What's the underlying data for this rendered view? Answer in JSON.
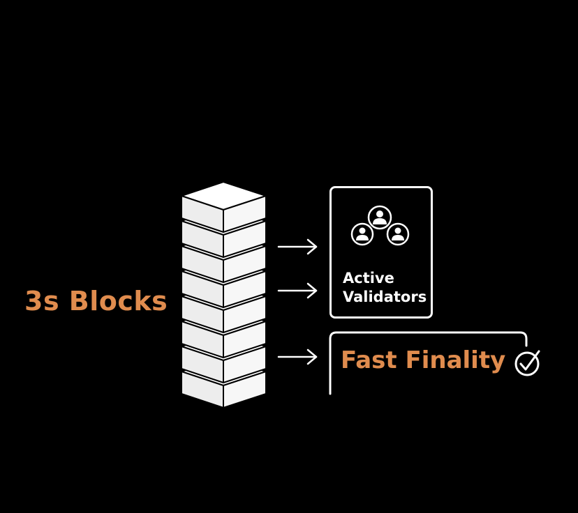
{
  "left_label": "3s Blocks",
  "validators_card": {
    "line1": "Active",
    "line2": "Validators",
    "icon": "user-group-icon"
  },
  "finality_card": {
    "label": "Fast Finality",
    "icon": "check-circle-icon"
  },
  "stack_icon": "block-stack-icon",
  "arrow_icon": "arrow-right-icon",
  "colors": {
    "background": "#000000",
    "accent": "#E08C4E",
    "foreground": "#FFFFFF"
  }
}
